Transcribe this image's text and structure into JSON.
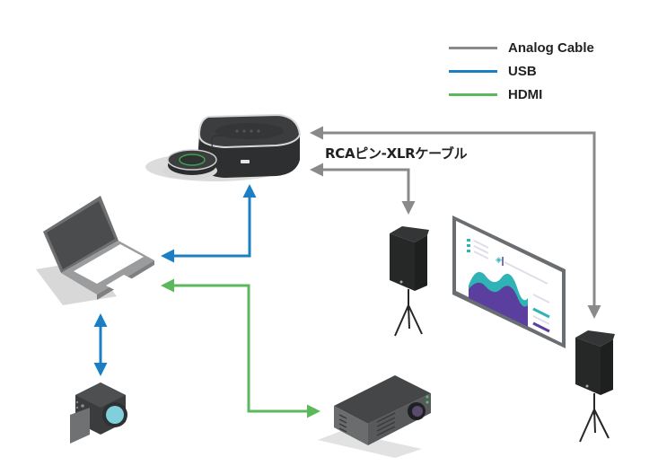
{
  "legend": {
    "items": [
      {
        "label": "Analog Cable",
        "color": "#8a8a8a"
      },
      {
        "label": "USB",
        "color": "#1b7fc4"
      },
      {
        "label": "HDMI",
        "color": "#5cb85c"
      }
    ]
  },
  "labels": {
    "cable_type": "RCAピン-XLRケーブル"
  },
  "devices": [
    {
      "id": "speakerphone",
      "name": "Speakerphone with extension microphone"
    },
    {
      "id": "laptop",
      "name": "Laptop"
    },
    {
      "id": "camera",
      "name": "Video camera"
    },
    {
      "id": "projector",
      "name": "Projector"
    },
    {
      "id": "display",
      "name": "Display screen"
    },
    {
      "id": "speaker-1",
      "name": "PA speaker on stand"
    },
    {
      "id": "speaker-2",
      "name": "PA speaker on stand"
    }
  ],
  "connections": [
    {
      "from": "speaker-1",
      "to": "speakerphone",
      "type": "Analog Cable"
    },
    {
      "from": "speaker-2",
      "to": "speakerphone",
      "type": "Analog Cable"
    },
    {
      "from": "speakerphone",
      "to": "laptop",
      "type": "USB"
    },
    {
      "from": "laptop",
      "to": "camera",
      "type": "USB"
    },
    {
      "from": "laptop",
      "to": "projector",
      "type": "HDMI"
    }
  ],
  "colors": {
    "analog": "#8a8a8a",
    "usb": "#1b7fc4",
    "hdmi": "#5cb85c"
  }
}
